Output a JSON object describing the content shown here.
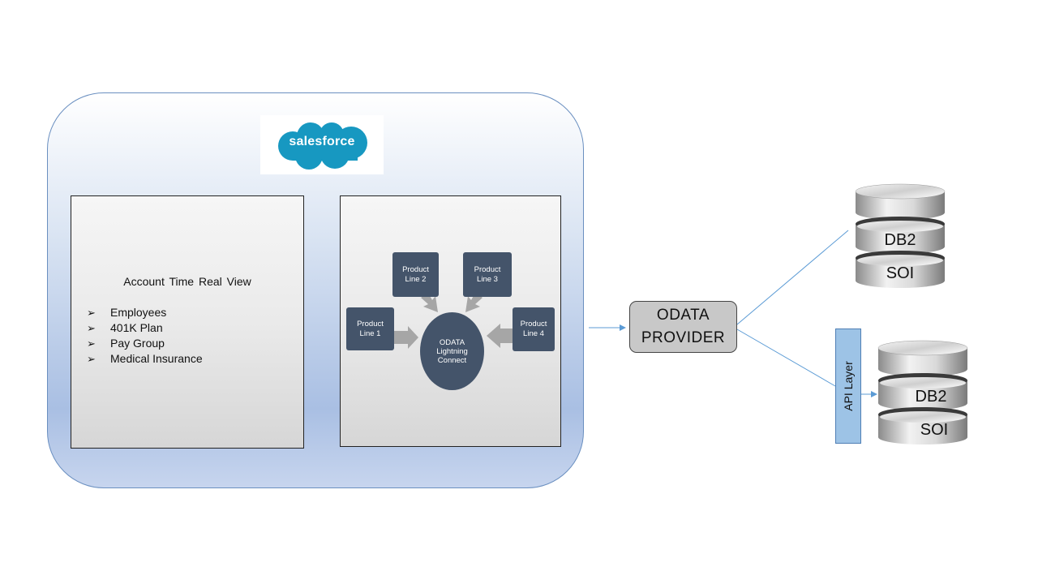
{
  "salesforce": {
    "logo_text": "salesforce",
    "colors": {
      "logo_blue": "#1798c1",
      "container_border": "#6a8fc0"
    }
  },
  "account_panel": {
    "title": "Account Time Real View",
    "items": [
      "Employees",
      "401K Plan",
      "Pay Group",
      "Medical Insurance"
    ],
    "bullet_icon": "arrowhead-bullet"
  },
  "odata_panel": {
    "product_lines": [
      {
        "line1": "Product",
        "line2": "Line 1"
      },
      {
        "line1": "Product",
        "line2": "Line 2"
      },
      {
        "line1": "Product",
        "line2": "Line 3"
      },
      {
        "line1": "Product",
        "line2": "Line 4"
      }
    ],
    "connect": {
      "line1": "ODATA",
      "line2": "Lightning",
      "line3": "Connect"
    },
    "colors": {
      "node_fill": "#44546a",
      "arrow_fill": "#a6a6a6"
    }
  },
  "provider": {
    "line1": "ODATA",
    "line2": "PROVIDER"
  },
  "api_layer": {
    "label": "API Layer"
  },
  "databases": [
    {
      "top": "DB2",
      "bottom": "SOI"
    },
    {
      "top": "DB2",
      "bottom": "SOI"
    }
  ],
  "connector_color": "#5b9bd5"
}
